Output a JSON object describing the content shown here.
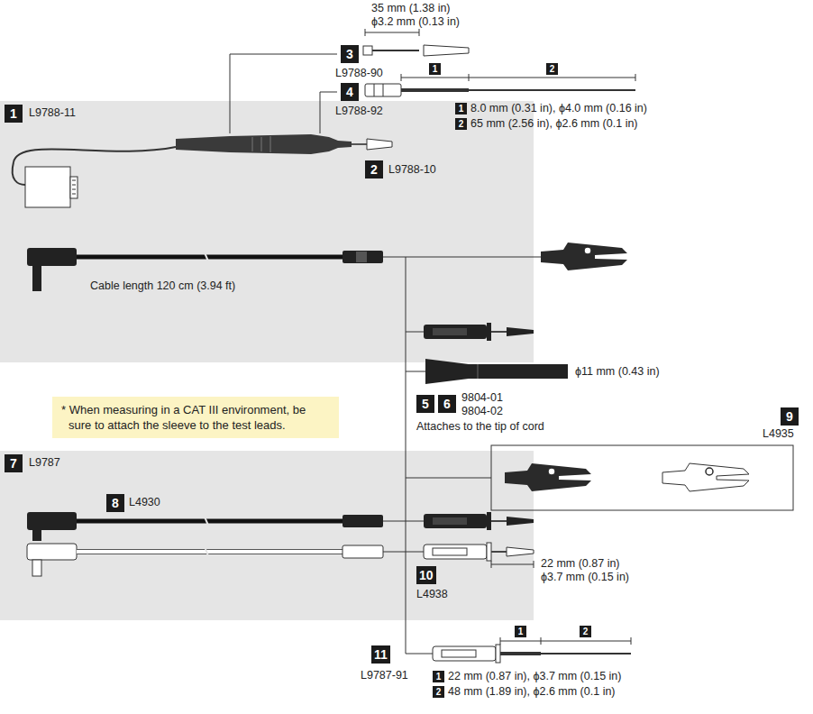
{
  "diagram": {
    "nodes": [
      {
        "text": [
          "3"
        ]
      },
      {
        "text": [
          "4"
        ]
      },
      {
        "text": [
          "1"
        ]
      },
      {
        "text": [
          "2"
        ]
      },
      {
        "text": [
          "1"
        ]
      },
      {
        "text": [
          "2"
        ]
      },
      {
        "text": [
          "L9788-11",
          "Cable length 120 cm (3.94 ft)"
        ]
      },
      {
        "text": [
          "1"
        ],
        "in": 6
      },
      {
        "text": [
          "2"
        ],
        "in": 6
      },
      {
        "text": [
          "* When measuring in a CAT III environment, be sure to attach the sleeve to the test leads."
        ]
      },
      {
        "text": [
          "5"
        ]
      },
      {
        "text": [
          "6"
        ]
      },
      {
        "text": [
          "9"
        ]
      },
      {
        "text": [
          "L9787"
        ]
      },
      {
        "text": [
          "7"
        ],
        "in": 13
      },
      {
        "text": [
          "8"
        ],
        "in": 13
      },
      {
        "text": [
          "10"
        ],
        "in": 13
      },
      {
        "text": [
          "11"
        ]
      },
      {
        "text": [
          "1"
        ]
      },
      {
        "text": [
          "2"
        ]
      },
      {
        "text": [
          "1"
        ]
      },
      {
        "text": [
          "2"
        ]
      }
    ],
    "labels": [
      "35 mm (1.38 in)",
      "ϕ3.2 mm (0.13 in)",
      "L9788-90",
      "L9788-92",
      "8.0 mm (0.31 in), ϕ4.0 mm (0.16 in)",
      "65 mm (2.56 in), ϕ2.6 mm (0.1 in)",
      "L9788-10",
      "9804-01",
      "9804-02",
      "ϕ11 mm (0.43 in)",
      "Attaches to the tip of cord",
      "L4935",
      "L4930",
      "22 mm (0.87 in)",
      "ϕ3.7 mm (0.15 in)",
      "L4938",
      "L9787-91",
      "22 mm (0.87 in), ϕ3.7 mm (0.15 in)",
      "48 mm (1.89 in), ϕ2.6 mm (0.1 in)"
    ]
  }
}
